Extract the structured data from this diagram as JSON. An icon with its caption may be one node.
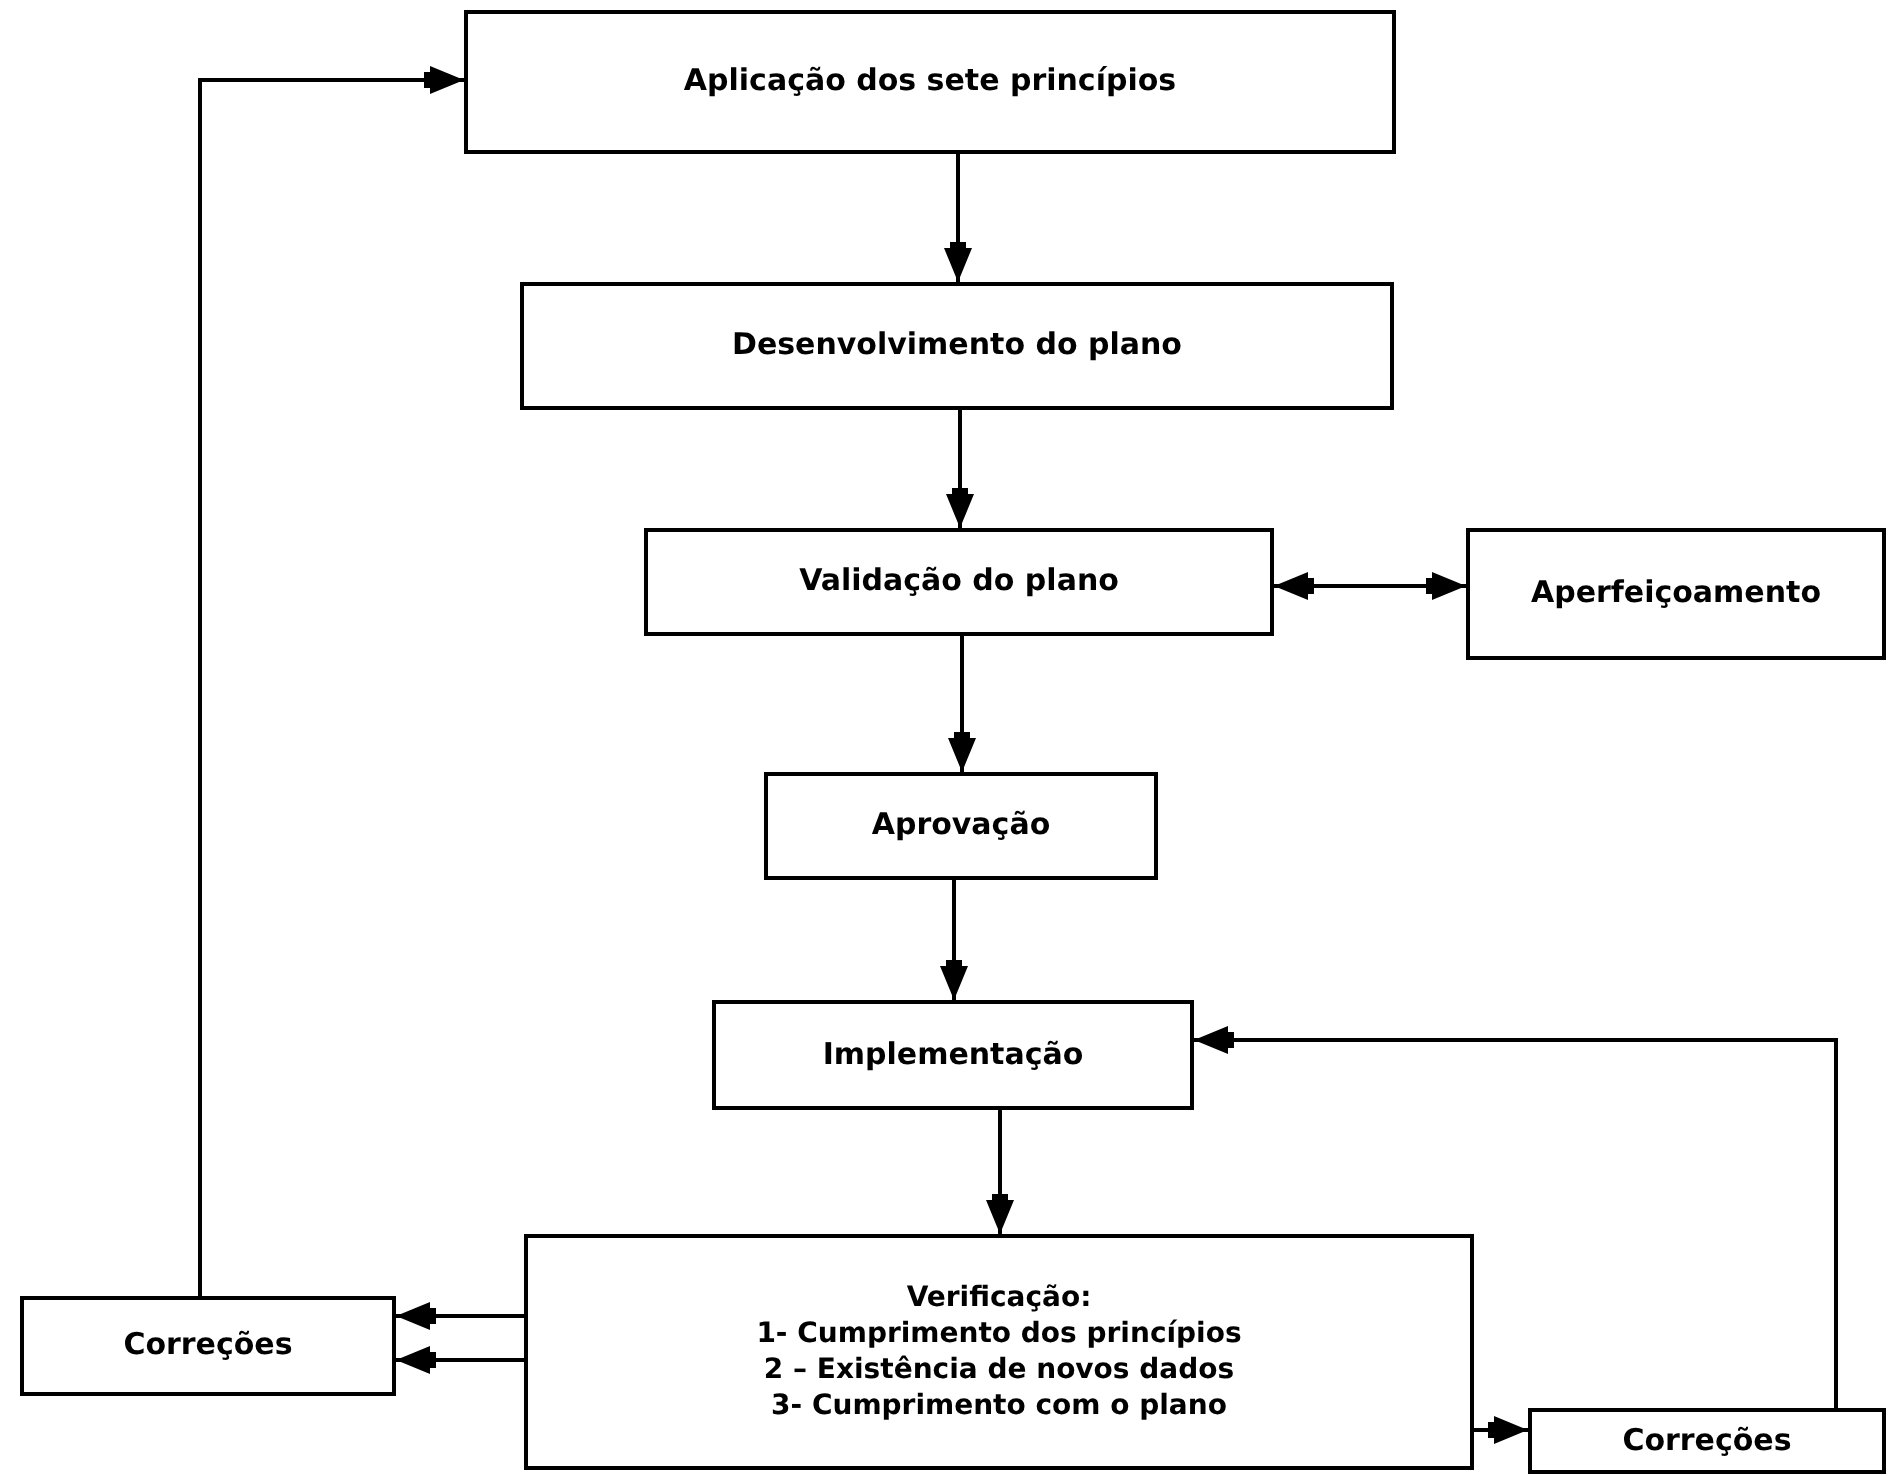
{
  "diagram": {
    "nodes": [
      {
        "text": [
          "Aplicação dos sete princípios"
        ]
      },
      {
        "text": [
          "Desenvolvimento do plano"
        ]
      },
      {
        "text": [
          "Validação do plano"
        ]
      },
      {
        "text": [
          "Aperfeiçoamento"
        ]
      },
      {
        "text": [
          "Aprovação"
        ]
      },
      {
        "text": [
          "Implementação"
        ]
      },
      {
        "text": [
          "Verificação:",
          "1- Cumprimento dos princípios",
          "2 – Existência de novos dados",
          "3- Cumprimento com o plano"
        ]
      },
      {
        "text": [
          "Correções"
        ]
      },
      {
        "text": [
          "Correções"
        ]
      }
    ],
    "edges": [
      {
        "from": 0,
        "to": 1,
        "arrow": "to"
      },
      {
        "from": 1,
        "to": 2,
        "arrow": "to"
      },
      {
        "from": 2,
        "to": 3,
        "arrow": "both"
      },
      {
        "from": 2,
        "to": 4,
        "arrow": "to"
      },
      {
        "from": 4,
        "to": 5,
        "arrow": "to"
      },
      {
        "from": 5,
        "to": 6,
        "arrow": "to"
      },
      {
        "from": 6,
        "to": 7,
        "arrow": "to"
      },
      {
        "from": 6,
        "to": 7,
        "arrow": "to"
      },
      {
        "from": 7,
        "to": 0,
        "arrow": "to"
      },
      {
        "from": 6,
        "to": 8,
        "arrow": "to"
      },
      {
        "from": 8,
        "to": 5,
        "arrow": "to"
      }
    ]
  }
}
